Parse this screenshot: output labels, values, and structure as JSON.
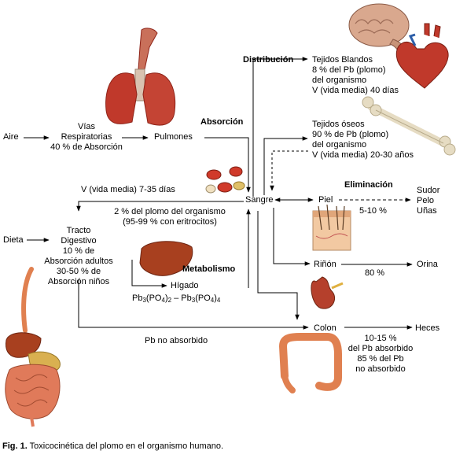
{
  "nodes": {
    "aire": "Aire",
    "vias": [
      "Vías",
      "Respiratorias",
      "40 % de Absorción"
    ],
    "pulmones": "Pulmones",
    "sangre": "Sangre",
    "dieta": "Dieta",
    "tracto": [
      "Tracto",
      "Digestivo",
      "10 % de",
      "Absorción adultos",
      "30-50 % de",
      "Absorción niños"
    ],
    "higado": "Hígado",
    "higado_formula": {
      "part1": "Pb",
      "sub1": "3",
      "part2": "(PO",
      "sub2": "4",
      "part3": ")",
      "sub3": "2",
      "sep": " – ",
      "part4": "Pb",
      "sub4": "3",
      "part5": "(PO",
      "sub5": "4",
      "part6": ")",
      "sub6": "4"
    },
    "tejidos_blandos": [
      "Tejidos Blandos",
      "8 % del Pb (plomo)",
      "del organismo",
      "V (vida media) 40 días"
    ],
    "tejidos_oseos": [
      "Tejidos óseos",
      "90 % de Pb (plomo)",
      "del organismo",
      "V (vida media) 20-30 años"
    ],
    "piel": "Piel",
    "sudor": [
      "Sudor",
      "Pelo",
      "Uñas"
    ],
    "piel_pct": "5-10 %",
    "rinon": "Riñón",
    "orina": "Orina",
    "rinon_pct": "80 %",
    "colon": "Colon",
    "heces": "Heces",
    "colon_pct": [
      "10-15 %",
      "del Pb absorbido",
      "85 % del Pb",
      "no absorbido"
    ]
  },
  "labels": {
    "distribucion": "Distribución",
    "absorcion": "Absorción",
    "eliminacion": "Eliminación",
    "metabolismo": "Metabolismo",
    "vida_media_sangre": "V (vida media) 7-35 días",
    "sangre_pct": [
      "2 % del plomo del organismo",
      "(95-99 % con eritrocitos)"
    ],
    "pb_no_absorbido": "Pb no absorbido"
  },
  "caption": {
    "fig": "Fig. 1.",
    "text": " Toxicocinética del plomo en el organismo humano."
  },
  "colors": {
    "organ_red": "#c0392b",
    "organ_dark": "#8e2318",
    "liver": "#a8401f",
    "bone": "#e6dcc3",
    "brain": "#d9a88e"
  },
  "icons": [
    "lungs-icon",
    "brain-icon",
    "heart-icon",
    "bone-icon",
    "blood-cells-icon",
    "skin-icon",
    "liver-icon",
    "kidney-icon",
    "colon-icon",
    "digestive-system-icon"
  ]
}
